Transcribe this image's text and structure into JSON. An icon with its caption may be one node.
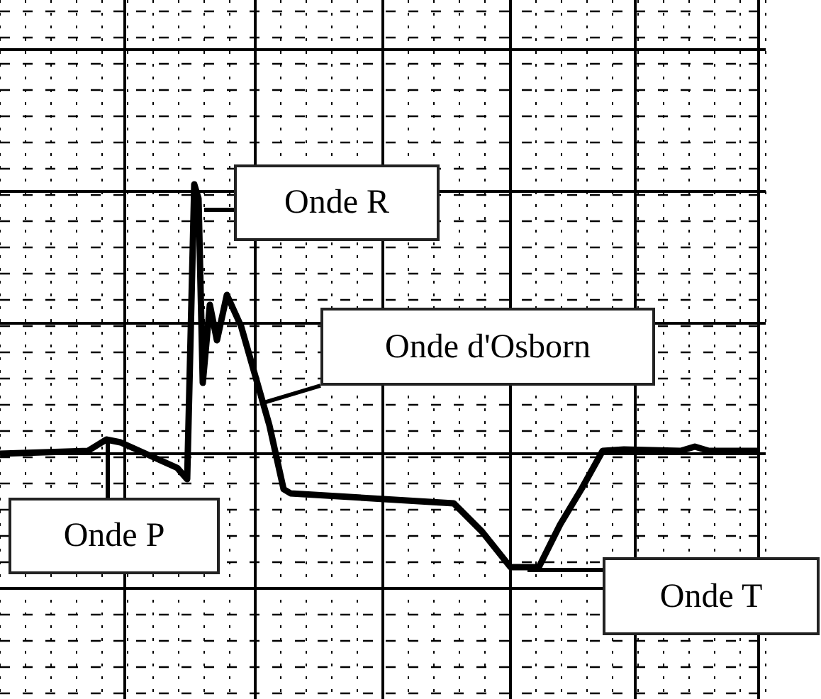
{
  "diagram": {
    "nodes": [
      {
        "text": [
          "Onde R"
        ]
      },
      {
        "text": [
          "Onde d'Osborn"
        ]
      },
      {
        "text": [
          "Onde P"
        ]
      },
      {
        "text": [
          "Onde T"
        ]
      }
    ],
    "edges": [
      {
        "from": 0,
        "to": null,
        "arrow": "none"
      },
      {
        "from": 1,
        "to": null,
        "arrow": "none"
      },
      {
        "from": 2,
        "to": null,
        "arrow": "none"
      },
      {
        "from": 3,
        "to": null,
        "arrow": "none"
      }
    ]
  }
}
